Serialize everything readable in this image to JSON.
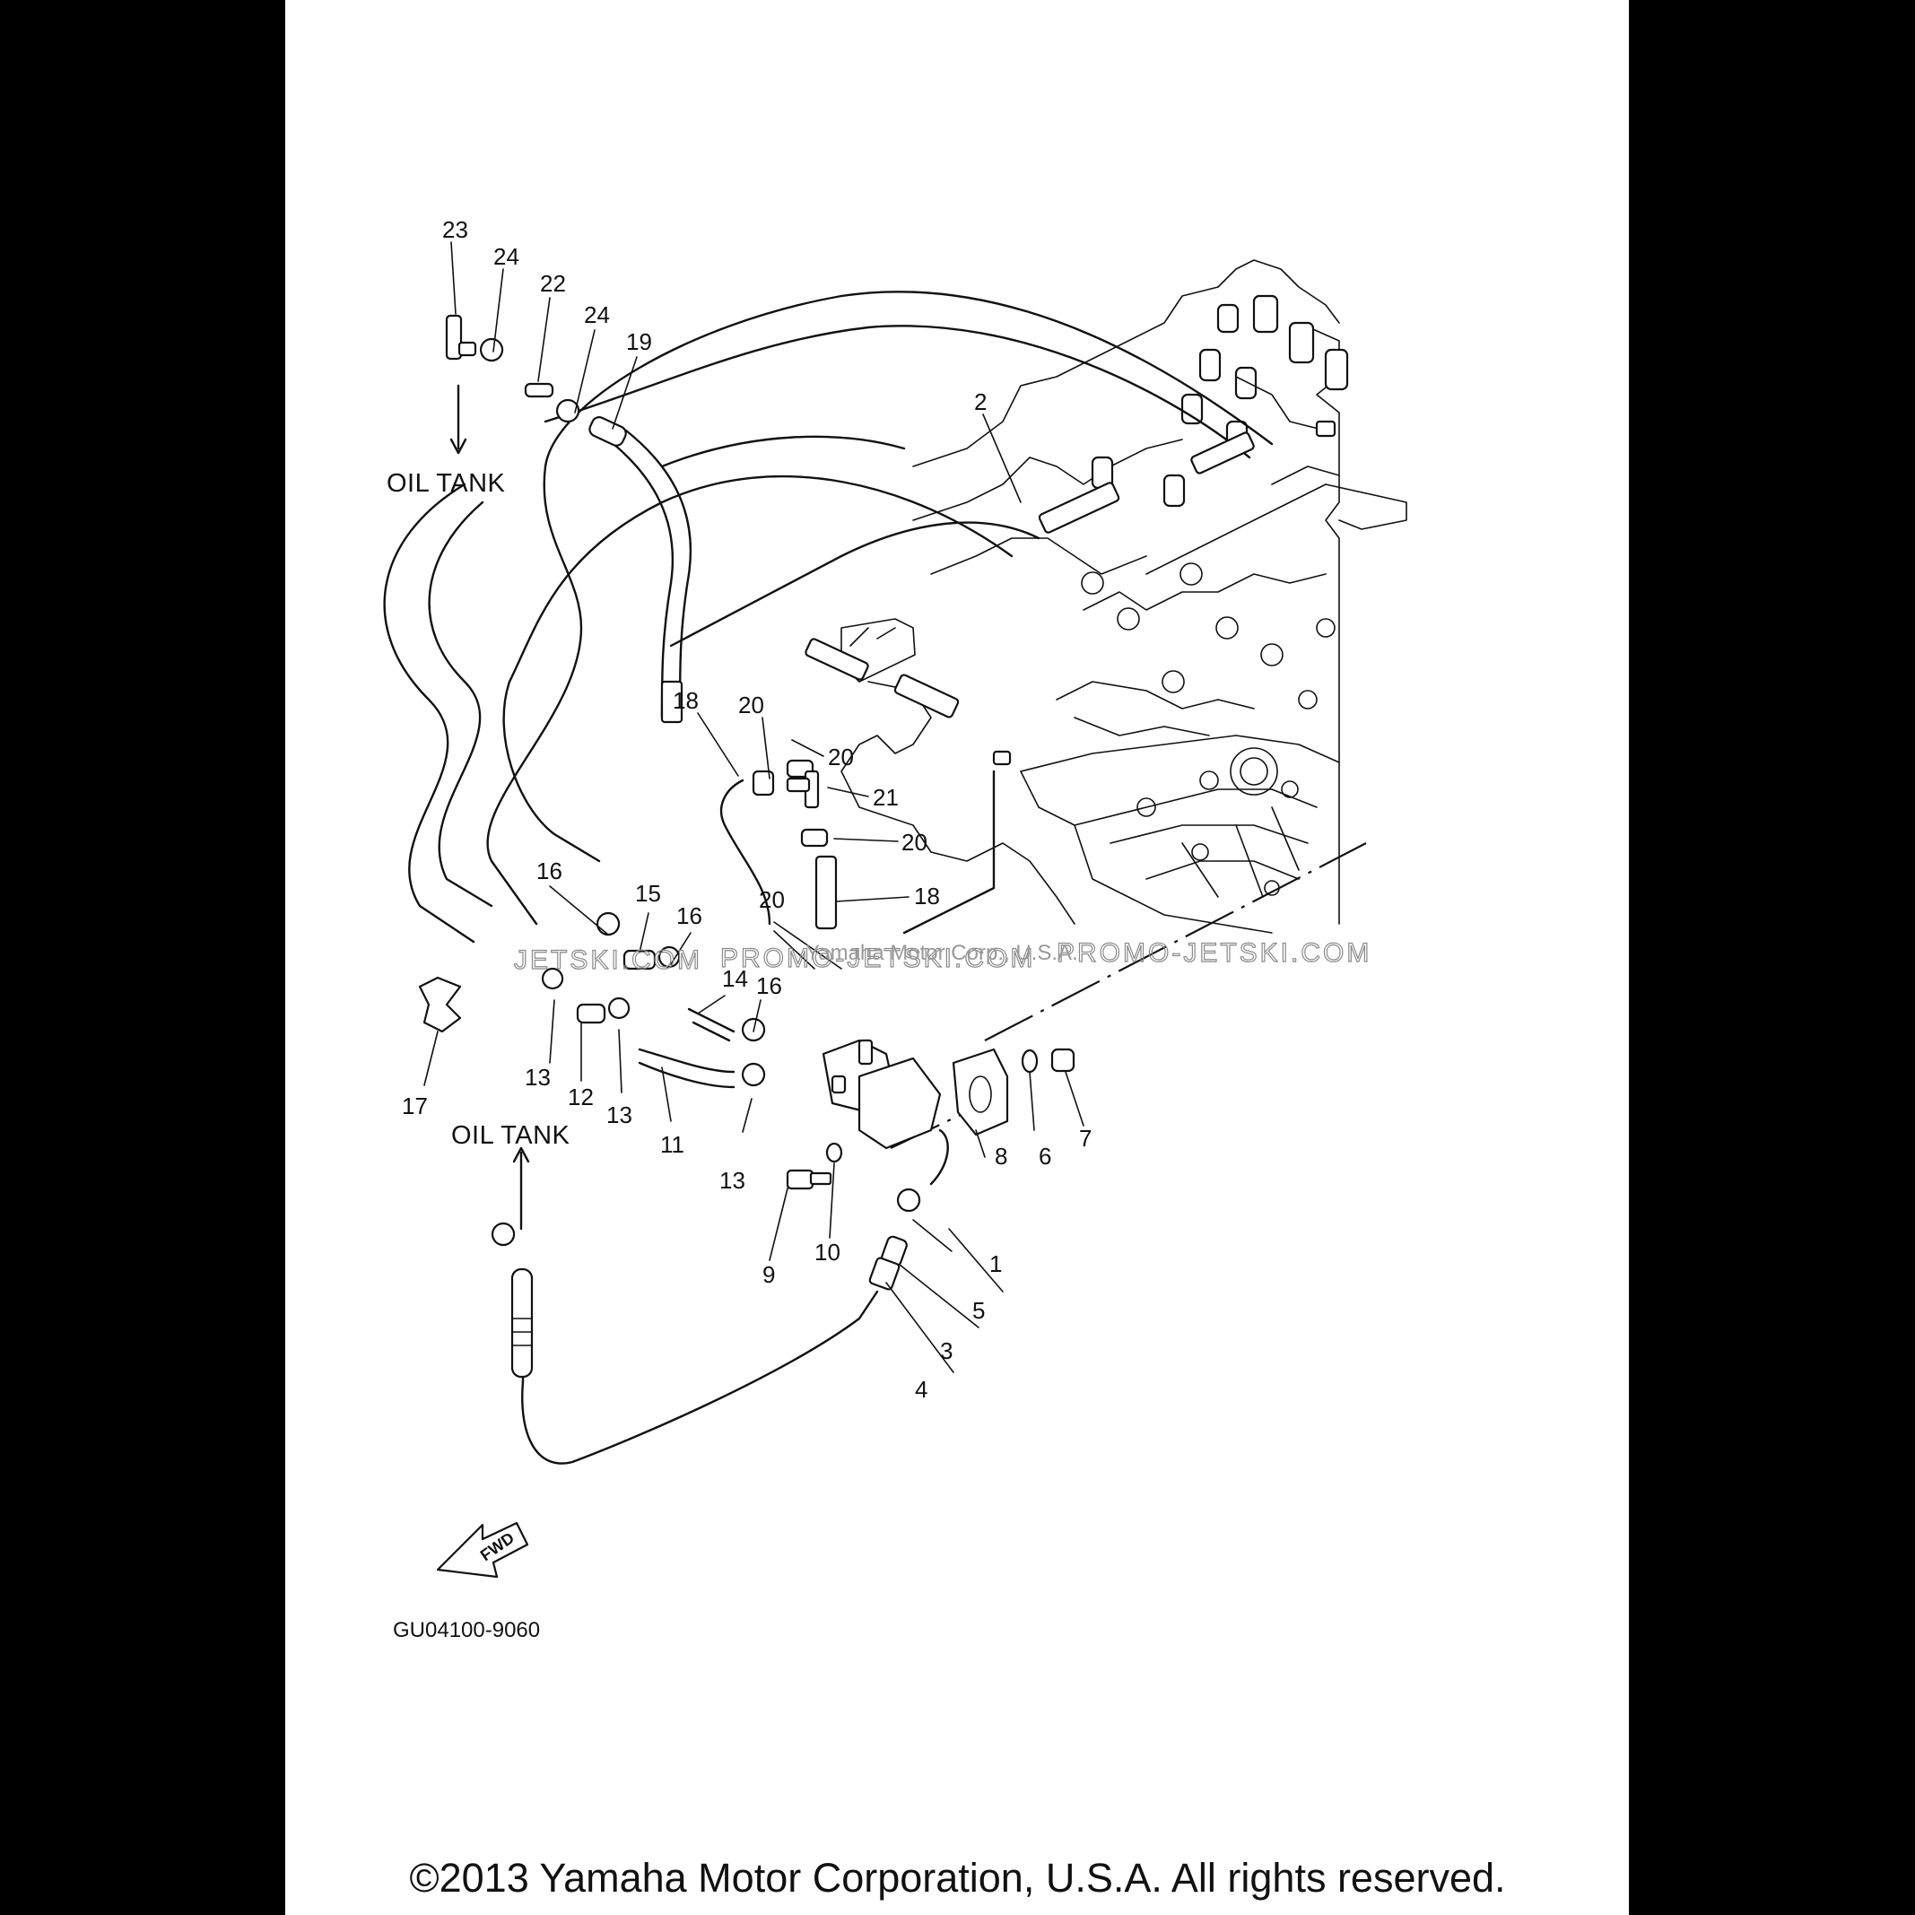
{
  "callouts": [
    "1",
    "2",
    "3",
    "4",
    "5",
    "6",
    "7",
    "8",
    "9",
    "10",
    "11",
    "12",
    "13",
    "13",
    "13",
    "14",
    "15",
    "16",
    "16",
    "16",
    "17",
    "18",
    "18",
    "19",
    "20",
    "20",
    "20",
    "20",
    "21",
    "22",
    "23",
    "24",
    "24"
  ],
  "labels": {
    "oil_tank_top": "OIL TANK",
    "oil_tank_bottom": "OIL TANK",
    "fwd": "FWD",
    "diagram_code": "GU04100-9060"
  },
  "watermark": {
    "left": "JETSKI.COM",
    "middle": "PROMO-JETSKI.COM",
    "right": "PROMO-JETSKI.COM",
    "faint": "Yamaha Motor Corp., U.S.A."
  },
  "footer": {
    "copyright": "©2013 Yamaha Motor Corporation, U.S.A. All rights reserved."
  }
}
